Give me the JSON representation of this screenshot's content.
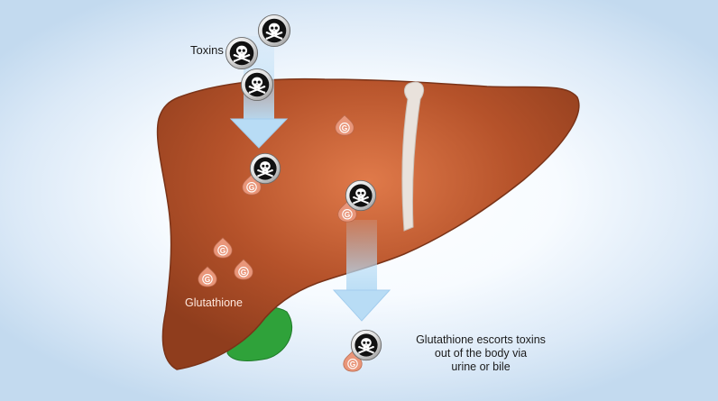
{
  "labels": {
    "toxins": "Toxins",
    "glutathione": "Glutathione",
    "caption_lines": [
      "Glutathione escorts toxins",
      "out of the body via",
      "urine or bile"
    ]
  },
  "icons": {
    "toxin": "skull-and-crossbones-icon",
    "glutathione": "glutathione-g-droplet-icon",
    "flow": "down-arrow-icon"
  },
  "colors": {
    "liver": "#b5522a",
    "liver_highlight": "#e07a4a",
    "gallbladder": "#2fa23a",
    "glutathione": "#e9967a",
    "arrow": "#b8dcf5",
    "toxin": "#111111",
    "ligament": "#e9e2dc"
  }
}
